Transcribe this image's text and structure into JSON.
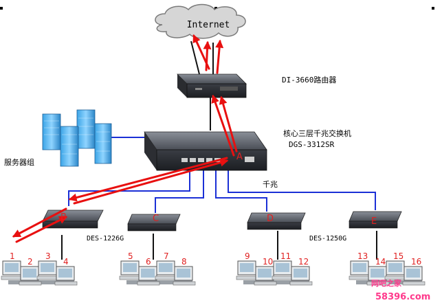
{
  "cloud": {
    "label": "Internet"
  },
  "router": {
    "label": "DI-3660路由器"
  },
  "core_switch": {
    "label_line1": "核心三层千兆交换机",
    "label_line2": "DGS-3312SR",
    "marker": "A"
  },
  "servers": {
    "label": "服务器组"
  },
  "uplink_label": "千兆",
  "switches": [
    {
      "marker": "B",
      "model": "DES-1226G"
    },
    {
      "marker": "C"
    },
    {
      "marker": "D",
      "model": "DES-1250G"
    },
    {
      "marker": "E"
    }
  ],
  "pcs": [
    "1",
    "2",
    "3",
    "4",
    "5",
    "6",
    "7",
    "8",
    "9",
    "10",
    "11",
    "12",
    "13",
    "14",
    "15",
    "16"
  ],
  "watermark": {
    "line1": "网吧之家",
    "line2": "58396.com"
  },
  "colors": {
    "traffic_arrow": "#e81010",
    "trunk_line": "#1a2fd6",
    "label_red": "#e02020"
  }
}
